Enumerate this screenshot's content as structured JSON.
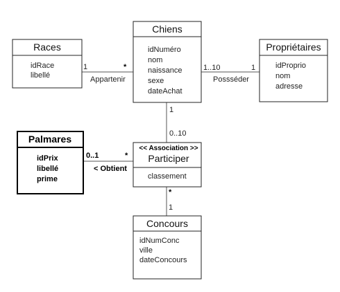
{
  "classes": {
    "races": {
      "name": "Races",
      "attributes": [
        "idRace",
        "libellé"
      ]
    },
    "chiens": {
      "name": "Chiens",
      "attributes": [
        "idNuméro",
        "nom",
        "naissance",
        "sexe",
        "dateAchat"
      ]
    },
    "proprietaires": {
      "name": "Propriétaires",
      "attributes": [
        "idProprio",
        "nom",
        "adresse"
      ]
    },
    "palmares": {
      "name": "Palmares",
      "attributes": [
        "idPrix",
        "libellé",
        "prime"
      ]
    },
    "participer": {
      "stereotype": "<< Association >>",
      "name": "Participer",
      "attributes": [
        "classement"
      ]
    },
    "concours": {
      "name": "Concours",
      "attributes": [
        "idNumConc",
        "ville",
        "dateConcours"
      ]
    }
  },
  "associations": {
    "appartenir": {
      "label": "Appartenir",
      "mult_races": "1",
      "mult_chiens": "*"
    },
    "posseder": {
      "label": "Possséder",
      "mult_chiens": "1..10",
      "mult_proprietaires": "1"
    },
    "chiens_participer": {
      "mult_chiens": "1",
      "mult_participer": "0..10"
    },
    "obtient": {
      "label": "< Obtient",
      "mult_palmares": "0..1",
      "mult_participer": "*"
    },
    "participer_concours": {
      "mult_participer": "*",
      "mult_concours": "1"
    }
  }
}
